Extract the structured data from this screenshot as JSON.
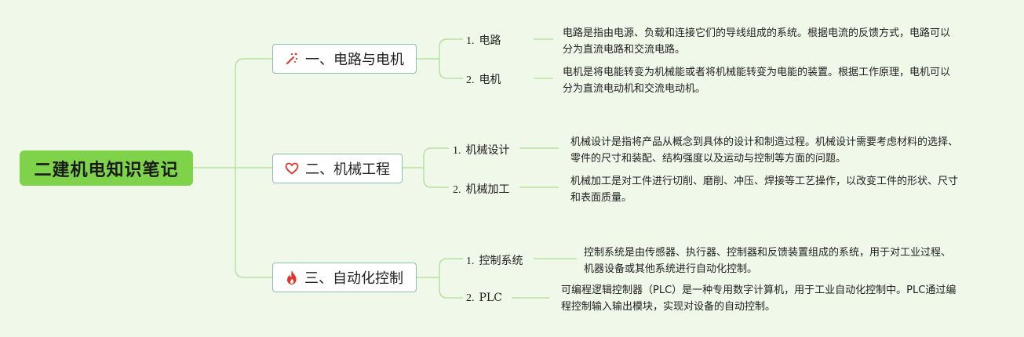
{
  "root": {
    "title": "二建机电知识笔记"
  },
  "branches": [
    {
      "label": "一、电路与电机",
      "icon": "magic-wand-icon",
      "icon_color": "#e0352b",
      "leaves": [
        {
          "num": "1.",
          "label": "电路",
          "desc": "电路是指由电源、负载和连接它们的导线组成的系统。根据电流的反馈方式，电路可以分为直流电路和交流电路。"
        },
        {
          "num": "2.",
          "label": "电机",
          "desc": "电机是将电能转变为机械能或者将机械能转变为电能的装置。根据工作原理，电机可以分为直流电动机和交流电动机。"
        }
      ]
    },
    {
      "label": "二、机械工程",
      "icon": "heart-icon",
      "icon_color": "#e0352b",
      "leaves": [
        {
          "num": "1.",
          "label": "机械设计",
          "desc": "机械设计是指将产品从概念到具体的设计和制造过程。机械设计需要考虑材料的选择、零件的尺寸和装配、结构强度以及运动与控制等方面的问题。"
        },
        {
          "num": "2.",
          "label": "机械加工",
          "desc": "机械加工是对工件进行切削、磨削、冲压、焊接等工艺操作，以改变工件的形状、尺寸和表面质量。"
        }
      ]
    },
    {
      "label": "三、自动化控制",
      "icon": "fire-icon",
      "icon_color": "#e0352b",
      "leaves": [
        {
          "num": "1.",
          "label": "控制系统",
          "desc": "控制系统是由传感器、执行器、控制器和反馈装置组成的系统，用于对工业过程、机器设备或其他系统进行自动化控制。"
        },
        {
          "num": "2.",
          "label": "PLC",
          "desc": "可编程逻辑控制器（PLC）是一种专用数字计算机，用于工业自动化控制中。PLC通过编程控制输入输出模块，实现对设备的自动控制。"
        }
      ]
    }
  ],
  "colors": {
    "line": "#b8e0a0",
    "root_fill": "#7ed34a",
    "branch_border": "#8bbfae",
    "background": "#f0f8ea"
  }
}
